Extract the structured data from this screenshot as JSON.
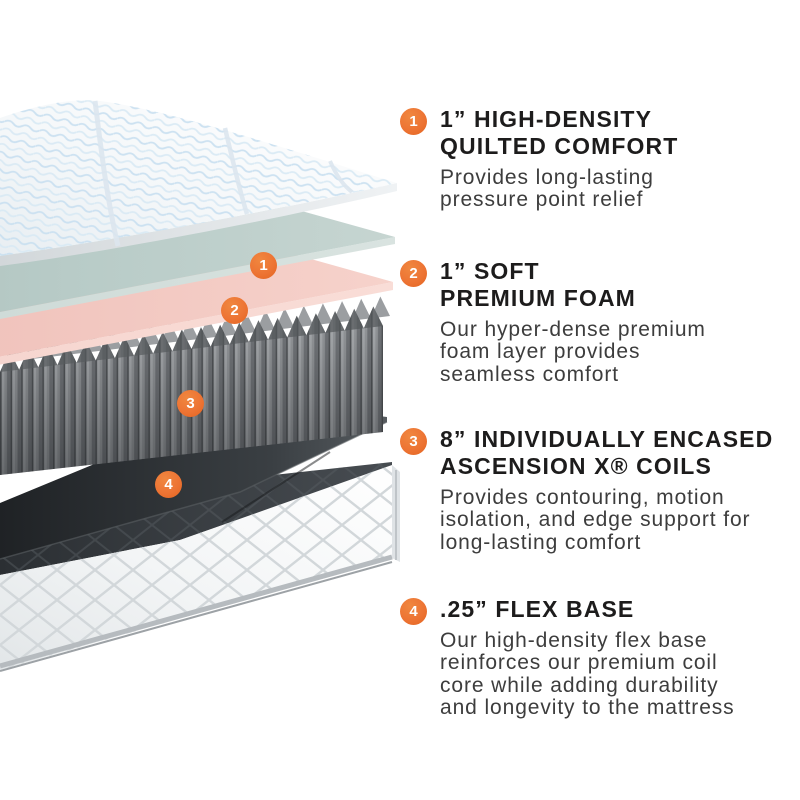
{
  "accent_color": "#ED7434",
  "title_color": "#1D1C1C",
  "body_color": "#3D3D3D",
  "sections": [
    {
      "number": "1",
      "title_lines": [
        "1” HIGH-DENSITY",
        "QUILTED COMFORT"
      ],
      "desc_lines": [
        "Provides long-lasting",
        "pressure point relief"
      ]
    },
    {
      "number": "2",
      "title_lines": [
        "1” SOFT",
        "PREMIUM FOAM"
      ],
      "desc_lines": [
        "Our hyper-dense premium",
        "foam layer provides",
        "seamless comfort"
      ]
    },
    {
      "number": "3",
      "title_lines": [
        "8” INDIVIDUALLY ENCASED",
        "ASCENSION X® COILS"
      ],
      "desc_lines": [
        "Provides contouring, motion",
        "isolation, and edge support for",
        "long-lasting comfort"
      ]
    },
    {
      "number": "4",
      "title_lines": [
        ".25” FLEX BASE"
      ],
      "desc_lines": [
        "Our high-density flex base",
        "reinforces our premium coil",
        "core while adding durability",
        "and longevity to the mattress"
      ]
    }
  ],
  "diagram": {
    "callouts": [
      {
        "number": "1"
      },
      {
        "number": "2"
      },
      {
        "number": "3"
      },
      {
        "number": "4"
      }
    ],
    "layers": [
      {
        "name": "quilted-comfort-top",
        "color": "#FFFFFF"
      },
      {
        "name": "soft-foam-sheet",
        "color": "#A9C0BB"
      },
      {
        "name": "premium-foam-sheet",
        "color": "#EFBCB4"
      },
      {
        "name": "encased-coils",
        "color": "#85888B"
      },
      {
        "name": "flex-base-sheet",
        "color": "#33373B"
      },
      {
        "name": "quilted-base-cover",
        "color": "#F4F6F7"
      }
    ]
  }
}
